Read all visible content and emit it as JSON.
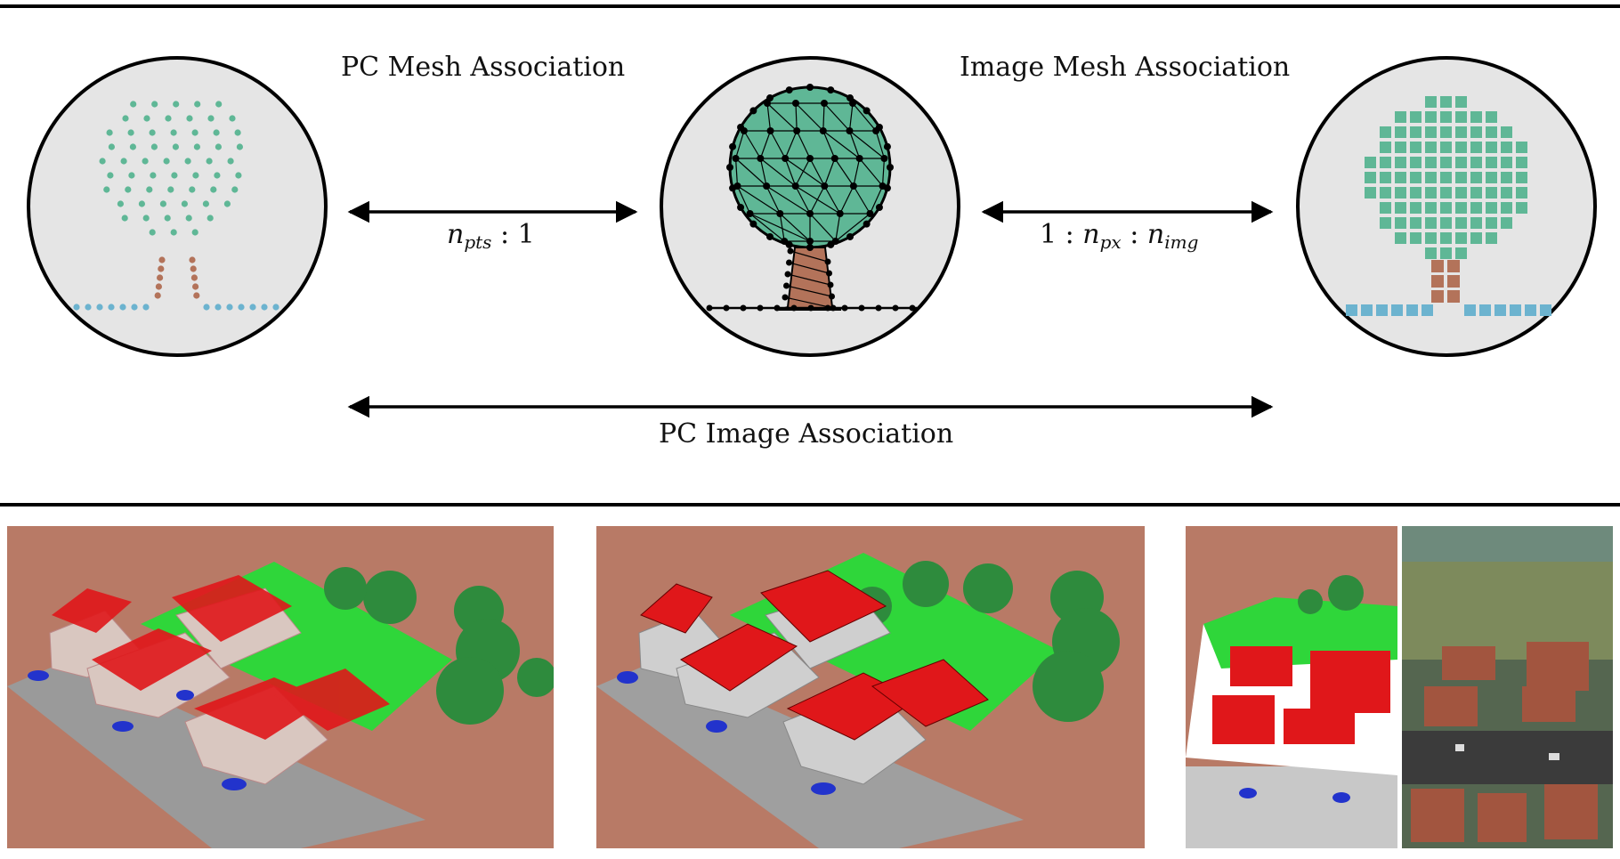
{
  "top": {
    "label_pc_mesh": "PC Mesh Association",
    "label_image_mesh": "Image Mesh Association",
    "label_pc_image": "PC Image Association",
    "ratio_left": {
      "n": "n",
      "sub": "pts",
      "rest": " : 1"
    },
    "ratio_right": {
      "one": "1 : ",
      "n1": "n",
      "sub1": "px",
      "sep": " : ",
      "n2": "n",
      "sub2": "img"
    }
  },
  "colors": {
    "canopy": "#5fb796",
    "trunk": "#b3735a",
    "ground": "#6cb3cf",
    "circle_fill": "#e5e5e5",
    "background_render": "#b87a66",
    "roof": "#e0171a",
    "vegetation": "#2fd63a",
    "tree": "#2e8b3d",
    "car": "#2233cc",
    "road": "#a3a3a3"
  },
  "panels": [
    {
      "name": "point-cloud-render",
      "icon": "point-cloud"
    },
    {
      "name": "mesh-render",
      "icon": "mesh"
    },
    {
      "name": "image-label-render",
      "icon": "label-map"
    },
    {
      "name": "aerial-photo",
      "icon": "photo"
    }
  ]
}
